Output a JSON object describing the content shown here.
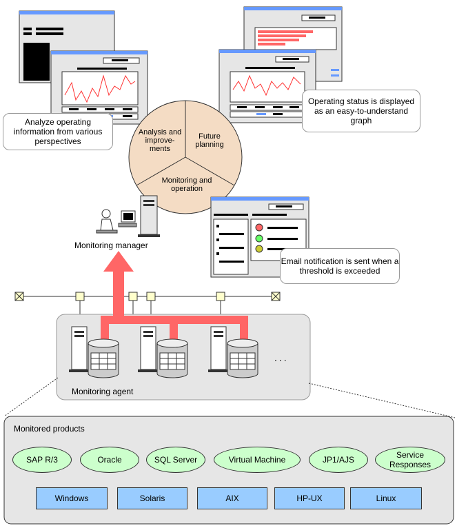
{
  "pie": {
    "analysis": "Analysis and improve- ments",
    "future": "Future planning",
    "monitoring": "Monitoring and operation"
  },
  "callouts": {
    "analyze": "Analyze operating information from various perspectives",
    "status": "Operating status is displayed as an easy-to-understand graph",
    "email": "Email notification is sent when a threshold is exceeded"
  },
  "labels": {
    "manager": "Monitoring manager",
    "agent": "Monitoring agent",
    "ellipsis": "...",
    "monitored_products": "Monitored products"
  },
  "products": [
    "SAP R/3",
    "Oracle",
    "SQL Server",
    "Virtual Machine",
    "JP1/AJS",
    "Service Responses"
  ],
  "platforms": [
    "Windows",
    "Solaris",
    "AIX",
    "HP-UX",
    "Linux"
  ],
  "colors": {
    "connector": "#ff6666",
    "window_title": "#6699ff",
    "pie_fill": "#f4dcc4",
    "agent_box": "#e6e6e6",
    "product_fill": "#ccffcc",
    "platform_fill": "#99ccff",
    "network_node": "#ffffcc"
  }
}
